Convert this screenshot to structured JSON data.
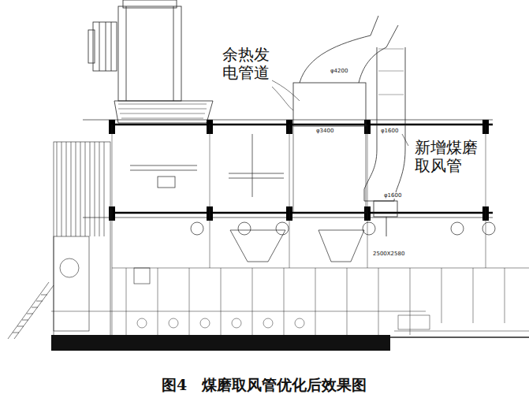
{
  "diagram": {
    "caption": "图4　煤磨取风管优化后效果图",
    "labels": [
      "余热发电管道",
      "新增煤磨取风管",
      "φ4200",
      "φ3400",
      "φ1600",
      "φ1600",
      "2500X2580"
    ]
  }
}
